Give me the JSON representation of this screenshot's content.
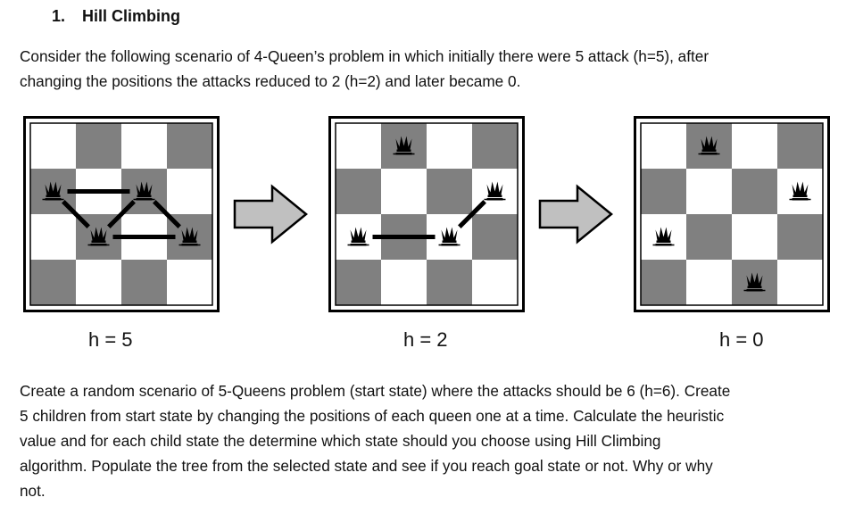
{
  "section": {
    "number": "1.",
    "title": "Hill Climbing"
  },
  "intro": {
    "line1": "Consider the following scenario of 4-Queen’s problem in which initially there were 5 attack (h=5), after",
    "line2": "changing the positions the attacks reduced to 2 (h=2) and later became 0."
  },
  "boards": [
    {
      "label": "h = 5",
      "queens": [
        [
          1,
          0
        ],
        [
          2,
          1
        ],
        [
          1,
          2
        ],
        [
          2,
          3
        ]
      ],
      "attacks": [
        [
          [
            1,
            0
          ],
          [
            2,
            1
          ]
        ],
        [
          [
            1,
            0
          ],
          [
            1,
            2
          ]
        ],
        [
          [
            2,
            1
          ],
          [
            1,
            2
          ]
        ],
        [
          [
            1,
            2
          ],
          [
            2,
            3
          ]
        ],
        [
          [
            2,
            1
          ],
          [
            2,
            3
          ]
        ]
      ]
    },
    {
      "label": "h = 2",
      "queens": [
        [
          2,
          0
        ],
        [
          0,
          1
        ],
        [
          2,
          2
        ],
        [
          1,
          3
        ]
      ],
      "attacks": [
        [
          [
            2,
            0
          ],
          [
            2,
            2
          ]
        ],
        [
          [
            2,
            2
          ],
          [
            1,
            3
          ]
        ]
      ]
    },
    {
      "label": "h = 0",
      "queens": [
        [
          2,
          0
        ],
        [
          0,
          1
        ],
        [
          3,
          2
        ],
        [
          1,
          3
        ]
      ],
      "attacks": []
    }
  ],
  "question": {
    "line1": "Create a random scenario of 5-Queens problem (start state) where the attacks should be 6 (h=6). Create",
    "line2": "5 children from start state by changing the positions of each queen one at a time. Calculate the heuristic",
    "line3": "value and for each child state the determine which state should you choose using Hill Climbing",
    "line4": "algorithm. Populate the tree from the selected state and see if you reach goal state or not. Why or why",
    "line5": "not."
  },
  "colors": {
    "dark_square": "#808080",
    "light_square": "#ffffff",
    "arrow_fill": "#c0c0c0"
  },
  "icons": {
    "queen": "queen-icon",
    "arrow": "right-arrow-icon"
  }
}
